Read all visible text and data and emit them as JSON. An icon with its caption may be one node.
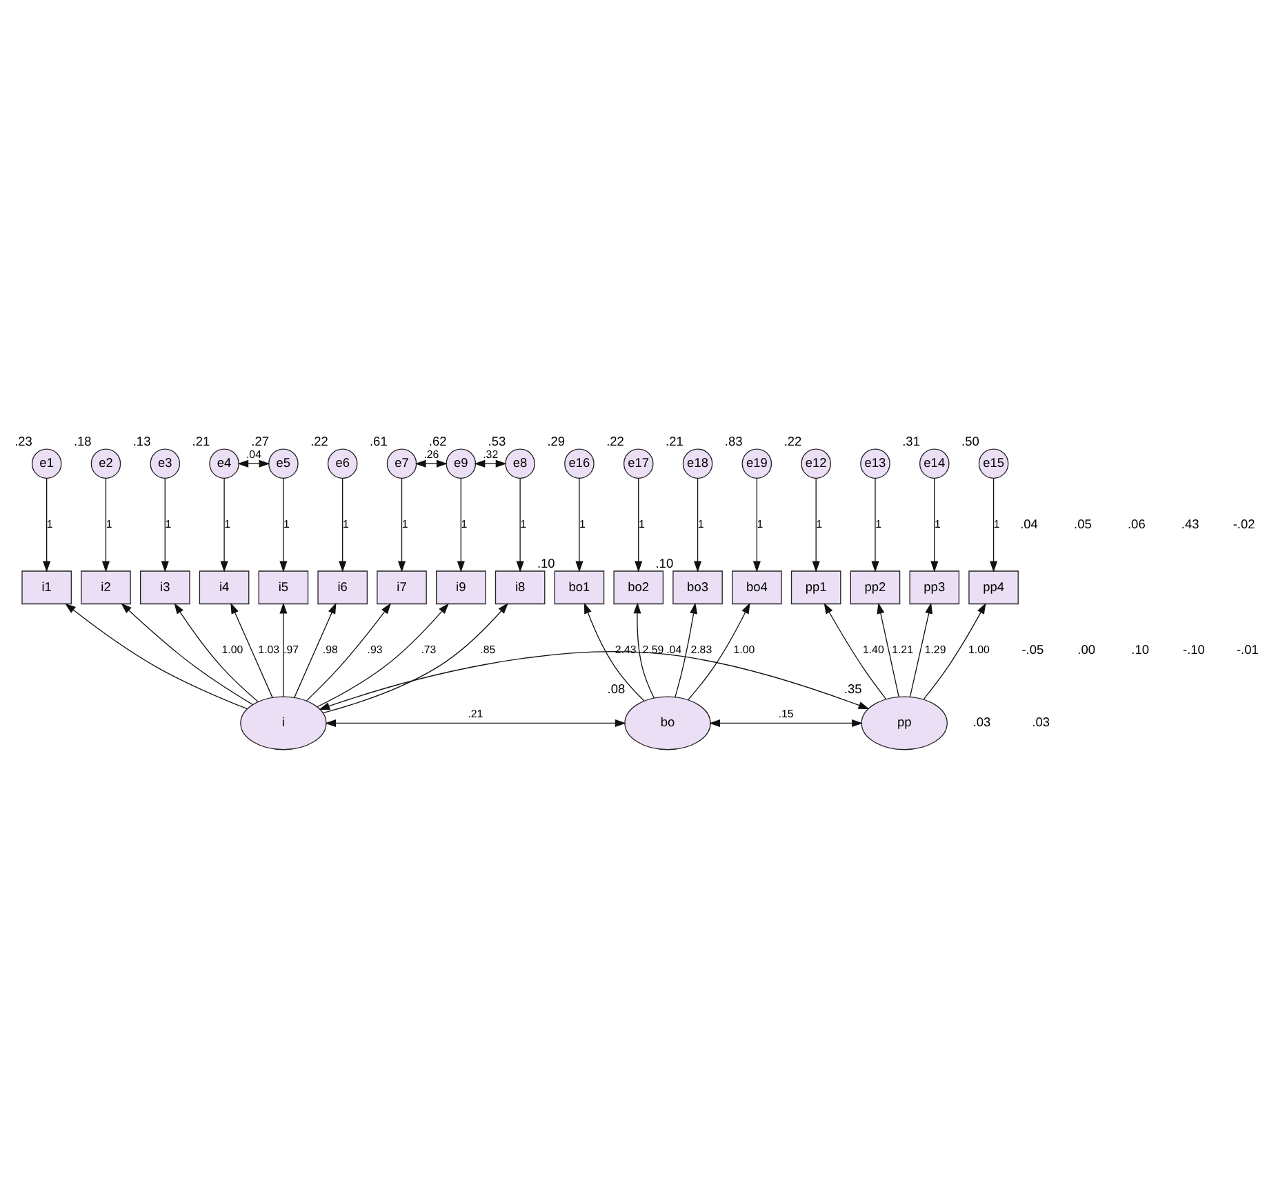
{
  "diagram": {
    "nodes": [
      {
        "text": [
          "e1"
        ],
        "beside": [
          ".23"
        ]
      },
      {
        "text": [
          "e2"
        ],
        "beside": [
          ".18"
        ]
      },
      {
        "text": [
          "e3"
        ],
        "beside": [
          ".13"
        ]
      },
      {
        "text": [
          "e4"
        ],
        "beside": [
          ".21"
        ]
      },
      {
        "text": [
          "e5"
        ],
        "beside": [
          ".27"
        ]
      },
      {
        "text": [
          "e6"
        ],
        "beside": [
          ".22"
        ]
      },
      {
        "text": [
          "e7"
        ],
        "beside": [
          ".61"
        ]
      },
      {
        "text": [
          "e8"
        ],
        "beside": [
          ".53"
        ]
      },
      {
        "text": [
          "e9"
        ],
        "beside": [
          ".62"
        ]
      },
      {
        "text": [
          "i1"
        ]
      },
      {
        "text": [
          "i2"
        ]
      },
      {
        "text": [
          "i3"
        ]
      },
      {
        "text": [
          "i4"
        ]
      },
      {
        "text": [
          "i5"
        ]
      },
      {
        "text": [
          "i6"
        ]
      },
      {
        "text": [
          "i7"
        ]
      },
      {
        "text": [
          "i8"
        ]
      },
      {
        "text": [
          "i9"
        ]
      },
      {
        "text": [
          "i"
        ]
      },
      {
        "text": [
          "e12"
        ],
        "beside": [
          ".22"
        ]
      },
      {
        "text": [
          "e13"
        ]
      },
      {
        "text": [
          "e14"
        ],
        "beside": [
          ".31"
        ]
      },
      {
        "text": [
          "e15"
        ],
        "beside": [
          ".50"
        ]
      },
      {
        "text": [
          "pp1"
        ]
      },
      {
        "text": [
          "pp2"
        ]
      },
      {
        "text": [
          "pp3"
        ]
      },
      {
        "text": [
          "pp4"
        ]
      },
      {
        "text": [
          "pp"
        ],
        "beside": [
          ".35"
        ]
      },
      {
        "text": [
          "e16"
        ],
        "beside": [
          ".29"
        ]
      },
      {
        "text": [
          "e17"
        ],
        "beside": [
          ".22"
        ]
      },
      {
        "text": [
          "e18"
        ],
        "beside": [
          ".21"
        ]
      },
      {
        "text": [
          "e19"
        ],
        "beside": [
          ".83"
        ]
      },
      {
        "text": [
          "bo1"
        ],
        "beside": [
          ".10"
        ]
      },
      {
        "text": [
          "bo2"
        ]
      },
      {
        "text": [
          "bo3"
        ],
        "beside": [
          ".10"
        ]
      },
      {
        "text": [
          "bo4"
        ]
      },
      {
        "text": [
          "bo"
        ],
        "beside": [
          ".08"
        ]
      }
    ],
    "edges": [
      {
        "from": 0,
        "to": 9,
        "arrow": "to",
        "label": "1"
      },
      {
        "from": 1,
        "to": 10,
        "arrow": "to",
        "label": "1"
      },
      {
        "from": 2,
        "to": 11,
        "arrow": "to",
        "label": "1"
      },
      {
        "from": 3,
        "to": 12,
        "arrow": "to",
        "label": "1"
      },
      {
        "from": 4,
        "to": 13,
        "arrow": "to",
        "label": "1"
      },
      {
        "from": 5,
        "to": 14,
        "arrow": "to",
        "label": "1"
      },
      {
        "from": 6,
        "to": 15,
        "arrow": "to",
        "label": "1"
      },
      {
        "from": 7,
        "to": 16,
        "arrow": "to",
        "label": "1"
      },
      {
        "from": 8,
        "to": 17,
        "arrow": "to",
        "label": "1"
      },
      {
        "from": 18,
        "to": 9,
        "arrow": "to"
      },
      {
        "from": 18,
        "to": 10,
        "arrow": "to"
      },
      {
        "from": 18,
        "to": 11,
        "arrow": "to",
        "label": "1.00"
      },
      {
        "from": 18,
        "to": 12,
        "arrow": "to",
        "label": "1.03"
      },
      {
        "from": 18,
        "to": 13,
        "arrow": "to",
        "label": ".97"
      },
      {
        "from": 18,
        "to": 14,
        "arrow": "to",
        "label": ".98"
      },
      {
        "from": 18,
        "to": 15,
        "arrow": "to",
        "label": ".93"
      },
      {
        "from": 18,
        "to": 16,
        "arrow": "to",
        "label": ".85"
      },
      {
        "from": 18,
        "to": 17,
        "arrow": "to",
        "label": ".73"
      },
      {
        "from": 3,
        "to": 4,
        "arrow": "both",
        "label": ".04"
      },
      {
        "from": 6,
        "to": 8,
        "arrow": "both",
        "label": ".26"
      },
      {
        "from": 7,
        "to": 8,
        "arrow": "both",
        "label": ".32"
      },
      {
        "from": 19,
        "to": 23,
        "arrow": "to",
        "label": "1"
      },
      {
        "from": 20,
        "to": 24,
        "arrow": "to",
        "label": "1"
      },
      {
        "from": 21,
        "to": 25,
        "arrow": "to",
        "label": "1"
      },
      {
        "from": 22,
        "to": 26,
        "arrow": "to",
        "label": "1"
      },
      {
        "from": 27,
        "to": 23,
        "arrow": "to",
        "label": "1.40"
      },
      {
        "from": 27,
        "to": 24,
        "arrow": "to",
        "label": "1.21"
      },
      {
        "from": 27,
        "to": 25,
        "arrow": "to",
        "label": "1.29"
      },
      {
        "from": 27,
        "to": 26,
        "arrow": "to",
        "label": "1.00"
      },
      {
        "from": 28,
        "to": 32,
        "arrow": "to",
        "label": "1"
      },
      {
        "from": 29,
        "to": 33,
        "arrow": "to",
        "label": "1"
      },
      {
        "from": 30,
        "to": 34,
        "arrow": "to",
        "label": "1"
      },
      {
        "from": 31,
        "to": 35,
        "arrow": "to",
        "label": "1"
      },
      {
        "from": 36,
        "to": 32,
        "arrow": "to",
        "label": "2.43"
      },
      {
        "from": 36,
        "to": 33,
        "arrow": "to",
        "label": "2.59"
      },
      {
        "from": 36,
        "to": 34,
        "arrow": "to",
        "label": "2.83"
      },
      {
        "from": 36,
        "to": 35,
        "arrow": "to",
        "label": "1.00"
      },
      {
        "from": 27,
        "to": 18,
        "arrow": "both",
        "label": ".04"
      },
      {
        "from": 18,
        "to": 36,
        "arrow": "both",
        "label": ".21"
      },
      {
        "from": 27,
        "to": 36,
        "arrow": "both",
        "label": ".15"
      }
    ],
    "labels": [
      ".04",
      "-.05",
      ".05",
      ".00",
      ".06",
      ".10",
      ".43",
      "-.10",
      "-.02",
      "-.01",
      ".03",
      ".03"
    ]
  }
}
